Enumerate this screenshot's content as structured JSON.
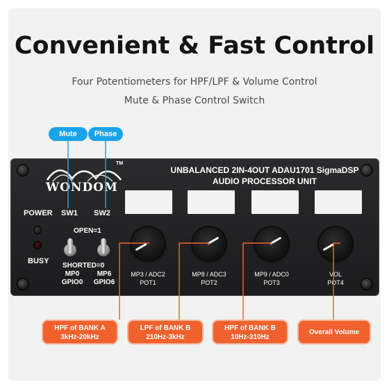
{
  "header": {
    "title": "Convenient & Fast Control",
    "subtitle_line1": "Four Potentiometers for HPF/LPF & Volume Control",
    "subtitle_line2": "Mute & Phase Control Switch"
  },
  "badges": {
    "mute": "Mute",
    "phase": "Phase"
  },
  "panel": {
    "brand": "WONDOM",
    "trademark": "TM",
    "title_line1": "UNBALANCED 2IN-4OUT ADAU1701 SigmaDSP",
    "title_line2": "AUDIO PROCESSOR UNIT",
    "power_label": "POWER",
    "busy_label": "BUSY",
    "sw1_label": "SW1",
    "sw2_label": "SW2",
    "open_label": "OPEN=1",
    "shorted_label": "SHORTED=0",
    "sw1_pin_line1": "MP0",
    "sw1_pin_line2": "GPIO0",
    "sw2_pin_line1": "MP6",
    "sw2_pin_line2": "GPIO6",
    "pots": [
      {
        "line1": "MP3 / ADC2",
        "line2": "POT1"
      },
      {
        "line1": "MP8 / ADC3",
        "line2": "POT2"
      },
      {
        "line1": "MP9 / ADC0",
        "line2": "POT3"
      },
      {
        "line1": "VOL",
        "line2": "POT4"
      }
    ]
  },
  "callouts": [
    {
      "line1": "HPF of  BANK A",
      "line2": "3kHz-20kHz"
    },
    {
      "line1": "LPF of  BANK B",
      "line2": "210Hz-3kHz"
    },
    {
      "line1": "HPF of  BANK B",
      "line2": "10Hz-310Hz"
    },
    {
      "line1": "Overall Volume"
    }
  ],
  "colors": {
    "callout": "#f0612d",
    "badge": "#1aa3e8",
    "panel": "#1f1f21"
  }
}
